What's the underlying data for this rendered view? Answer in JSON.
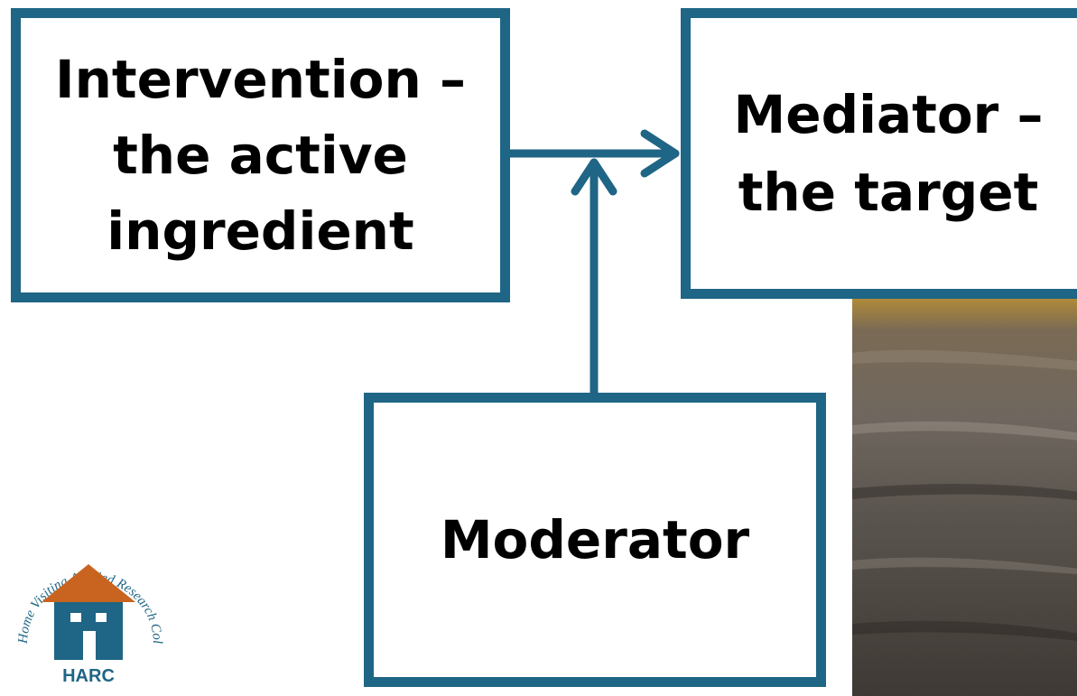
{
  "diagram": {
    "intervention": {
      "lines": [
        "Intervention –",
        "the active",
        "ingredient"
      ]
    },
    "mediator": {
      "lines": [
        "Mediator –",
        "the target"
      ]
    },
    "moderator": {
      "label": "Moderator"
    }
  },
  "logo": {
    "arc_text": "Home Visiting Applied Research Collaborative",
    "acronym": "HARC"
  },
  "colors": {
    "stroke": "#1f6585",
    "roof": "#c8641f",
    "house": "#1f6585"
  }
}
